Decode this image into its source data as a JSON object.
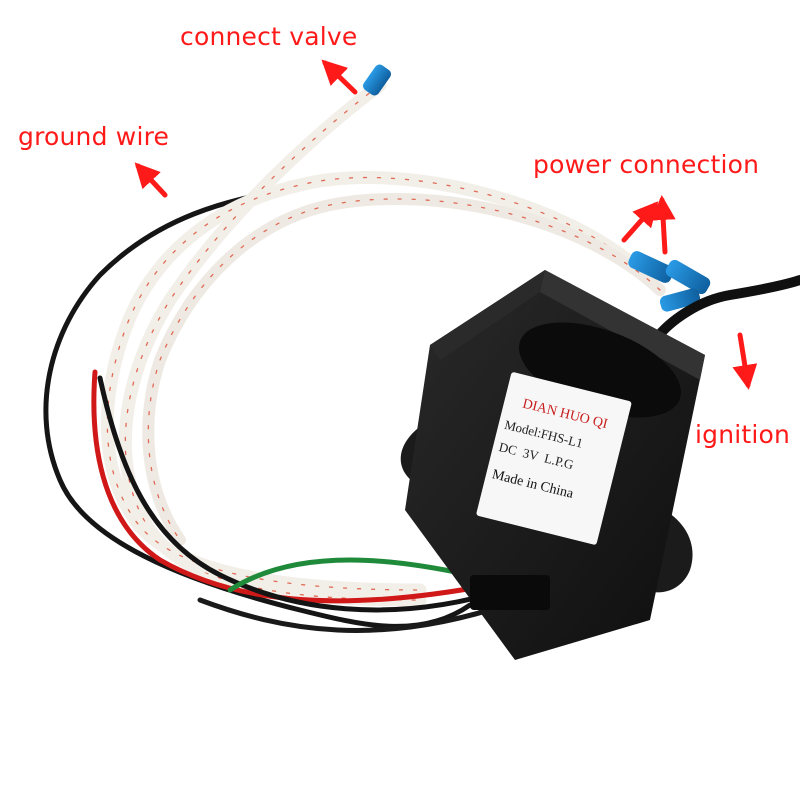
{
  "callouts": {
    "connect_valve": "connect valve",
    "ground_wire": "ground wire",
    "power_connection": "power connection",
    "ignition": "ignition"
  },
  "device_label": {
    "brand": "DIAN HUO QI",
    "model": "Model:FHS-L1",
    "spec": "DC  3V  L.P.G",
    "origin": "Made in China"
  },
  "colors": {
    "callout": "#ff1a1a",
    "device_body": "#161616",
    "white_wire": "#f2efe9",
    "wire_trace": "#e06a55",
    "blue_terminal": "#1e88d4"
  }
}
